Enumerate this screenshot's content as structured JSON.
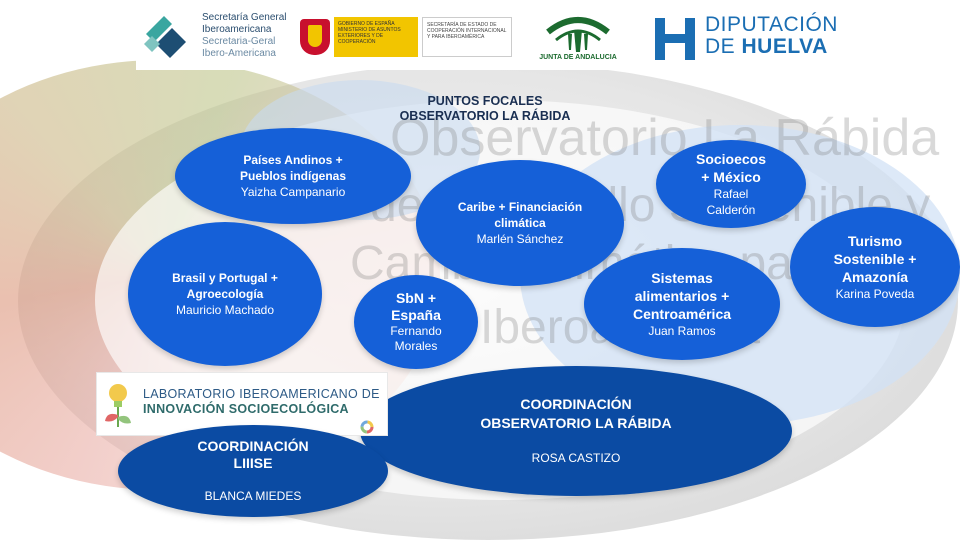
{
  "logos": {
    "sgi": {
      "line1": "Secretaría General",
      "line2": "Iberoamericana",
      "line3": "Secretaria-Geral",
      "line4": "Ibero-Americana"
    },
    "gobierno": {
      "left": "GOBIERNO DE ESPAÑA",
      "mid": "MINISTERIO DE ASUNTOS EXTERIORES Y DE COOPERACIÓN",
      "right": "SECRETARÍA DE ESTADO DE COOPERACIÓN INTERNACIONAL Y PARA IBEROAMÉRICA"
    },
    "junta": "JUNTA DE ANDALUCIA",
    "huelva": {
      "line1": "DIPUTACIÓN",
      "line2_pre": "DE ",
      "line2_bold": "HUELVA"
    },
    "lab": {
      "line1": "LABORATORIO IBEROAMERICANO DE",
      "line2": "INNOVACIÓN SOCIOECOLÓGICA"
    }
  },
  "heading": {
    "line1": "PUNTOS FOCALES",
    "line2": "OBSERVATORIO LA RÁBIDA"
  },
  "watermark": {
    "line1": "Observatorio La Rábida",
    "line2": "de Desarrollo Sostenible y",
    "line3": "Cambio Climático para",
    "line4": "Iberoamérica"
  },
  "bubbles": {
    "andinos": {
      "title1": "Países Andinos +",
      "title2": "Pueblos indígenas",
      "name": "Yaizha Campanario"
    },
    "caribe": {
      "title1": "Caribe + Financiación",
      "title2": "climática",
      "name": "Marlén Sánchez"
    },
    "socio": {
      "title1": "Socioecos",
      "title2": "+ México",
      "name1": "Rafael",
      "name2": "Calderón"
    },
    "turismo": {
      "title1": "Turismo",
      "title2": "Sostenible +",
      "title3": "Amazonía",
      "name": "Karina Poveda"
    },
    "brasil": {
      "title1": "Brasil y Portugal +",
      "title2": "Agroecología",
      "name": "Mauricio Machado"
    },
    "sbn": {
      "title1": "SbN +",
      "title2": "España",
      "name1": "Fernando",
      "name2": "Morales"
    },
    "sistemas": {
      "title1": "Sistemas",
      "title2": "alimentarios +",
      "title3": "Centroamérica",
      "name": "Juan Ramos"
    }
  },
  "coordination": {
    "main": {
      "title1": "COORDINACIÓN",
      "title2": "OBSERVATORIO LA RÁBIDA",
      "name": "ROSA CASTIZO"
    },
    "liiise": {
      "title1": "COORDINACIÓN",
      "title2": "LIIISE",
      "name": "BLANCA MIEDES"
    }
  },
  "colors": {
    "bubble_blue": "#1560d8",
    "coord_blue": "#0b4ba3",
    "heading": "#1a2f52"
  }
}
